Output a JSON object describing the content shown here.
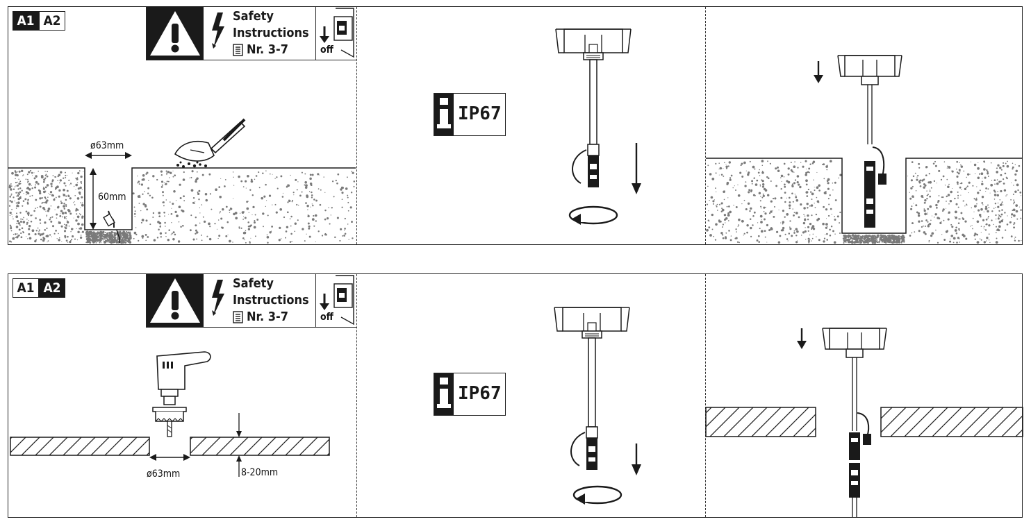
{
  "badge_left": "A1",
  "badge_right": "A2",
  "safety": {
    "line1": "Safety",
    "line2": "Instructions",
    "line3": "Nr. 3-7",
    "off_label": "off"
  },
  "ip_rating": "IP67",
  "row1": {
    "hole_diameter": "ø63mm",
    "hole_depth": "60mm"
  },
  "row2": {
    "hole_diameter": "ø63mm",
    "ceiling_thickness": "8-20mm"
  },
  "colors": {
    "ink": "#1a1a1a",
    "ground_dots": "#7a7a7a",
    "background": "#ffffff"
  }
}
